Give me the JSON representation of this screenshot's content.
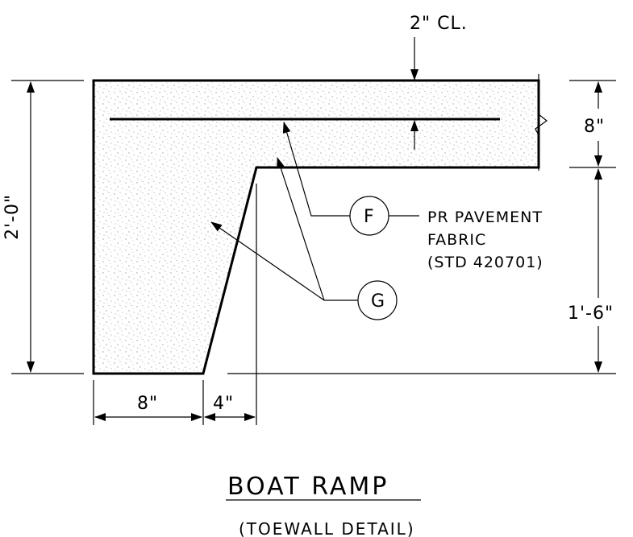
{
  "title": "BOAT RAMP",
  "subtitle": "(TOEWALL DETAIL)",
  "dimensions": {
    "top_cover": "2\" CL.",
    "slab_thickness": "8\"",
    "total_height": "2'-0\"",
    "lower_height": "1'-6\"",
    "toe_width": "8\"",
    "taper_width": "4\""
  },
  "callouts": {
    "f_tag": "F",
    "g_tag": "G",
    "f_note_line1": "PR PAVEMENT",
    "f_note_line2": "FABRIC",
    "f_note_line3": "(STD 420701)"
  },
  "colors": {
    "line": "#000000",
    "concrete_speckle": "#7a7a7a",
    "background": "#ffffff"
  }
}
